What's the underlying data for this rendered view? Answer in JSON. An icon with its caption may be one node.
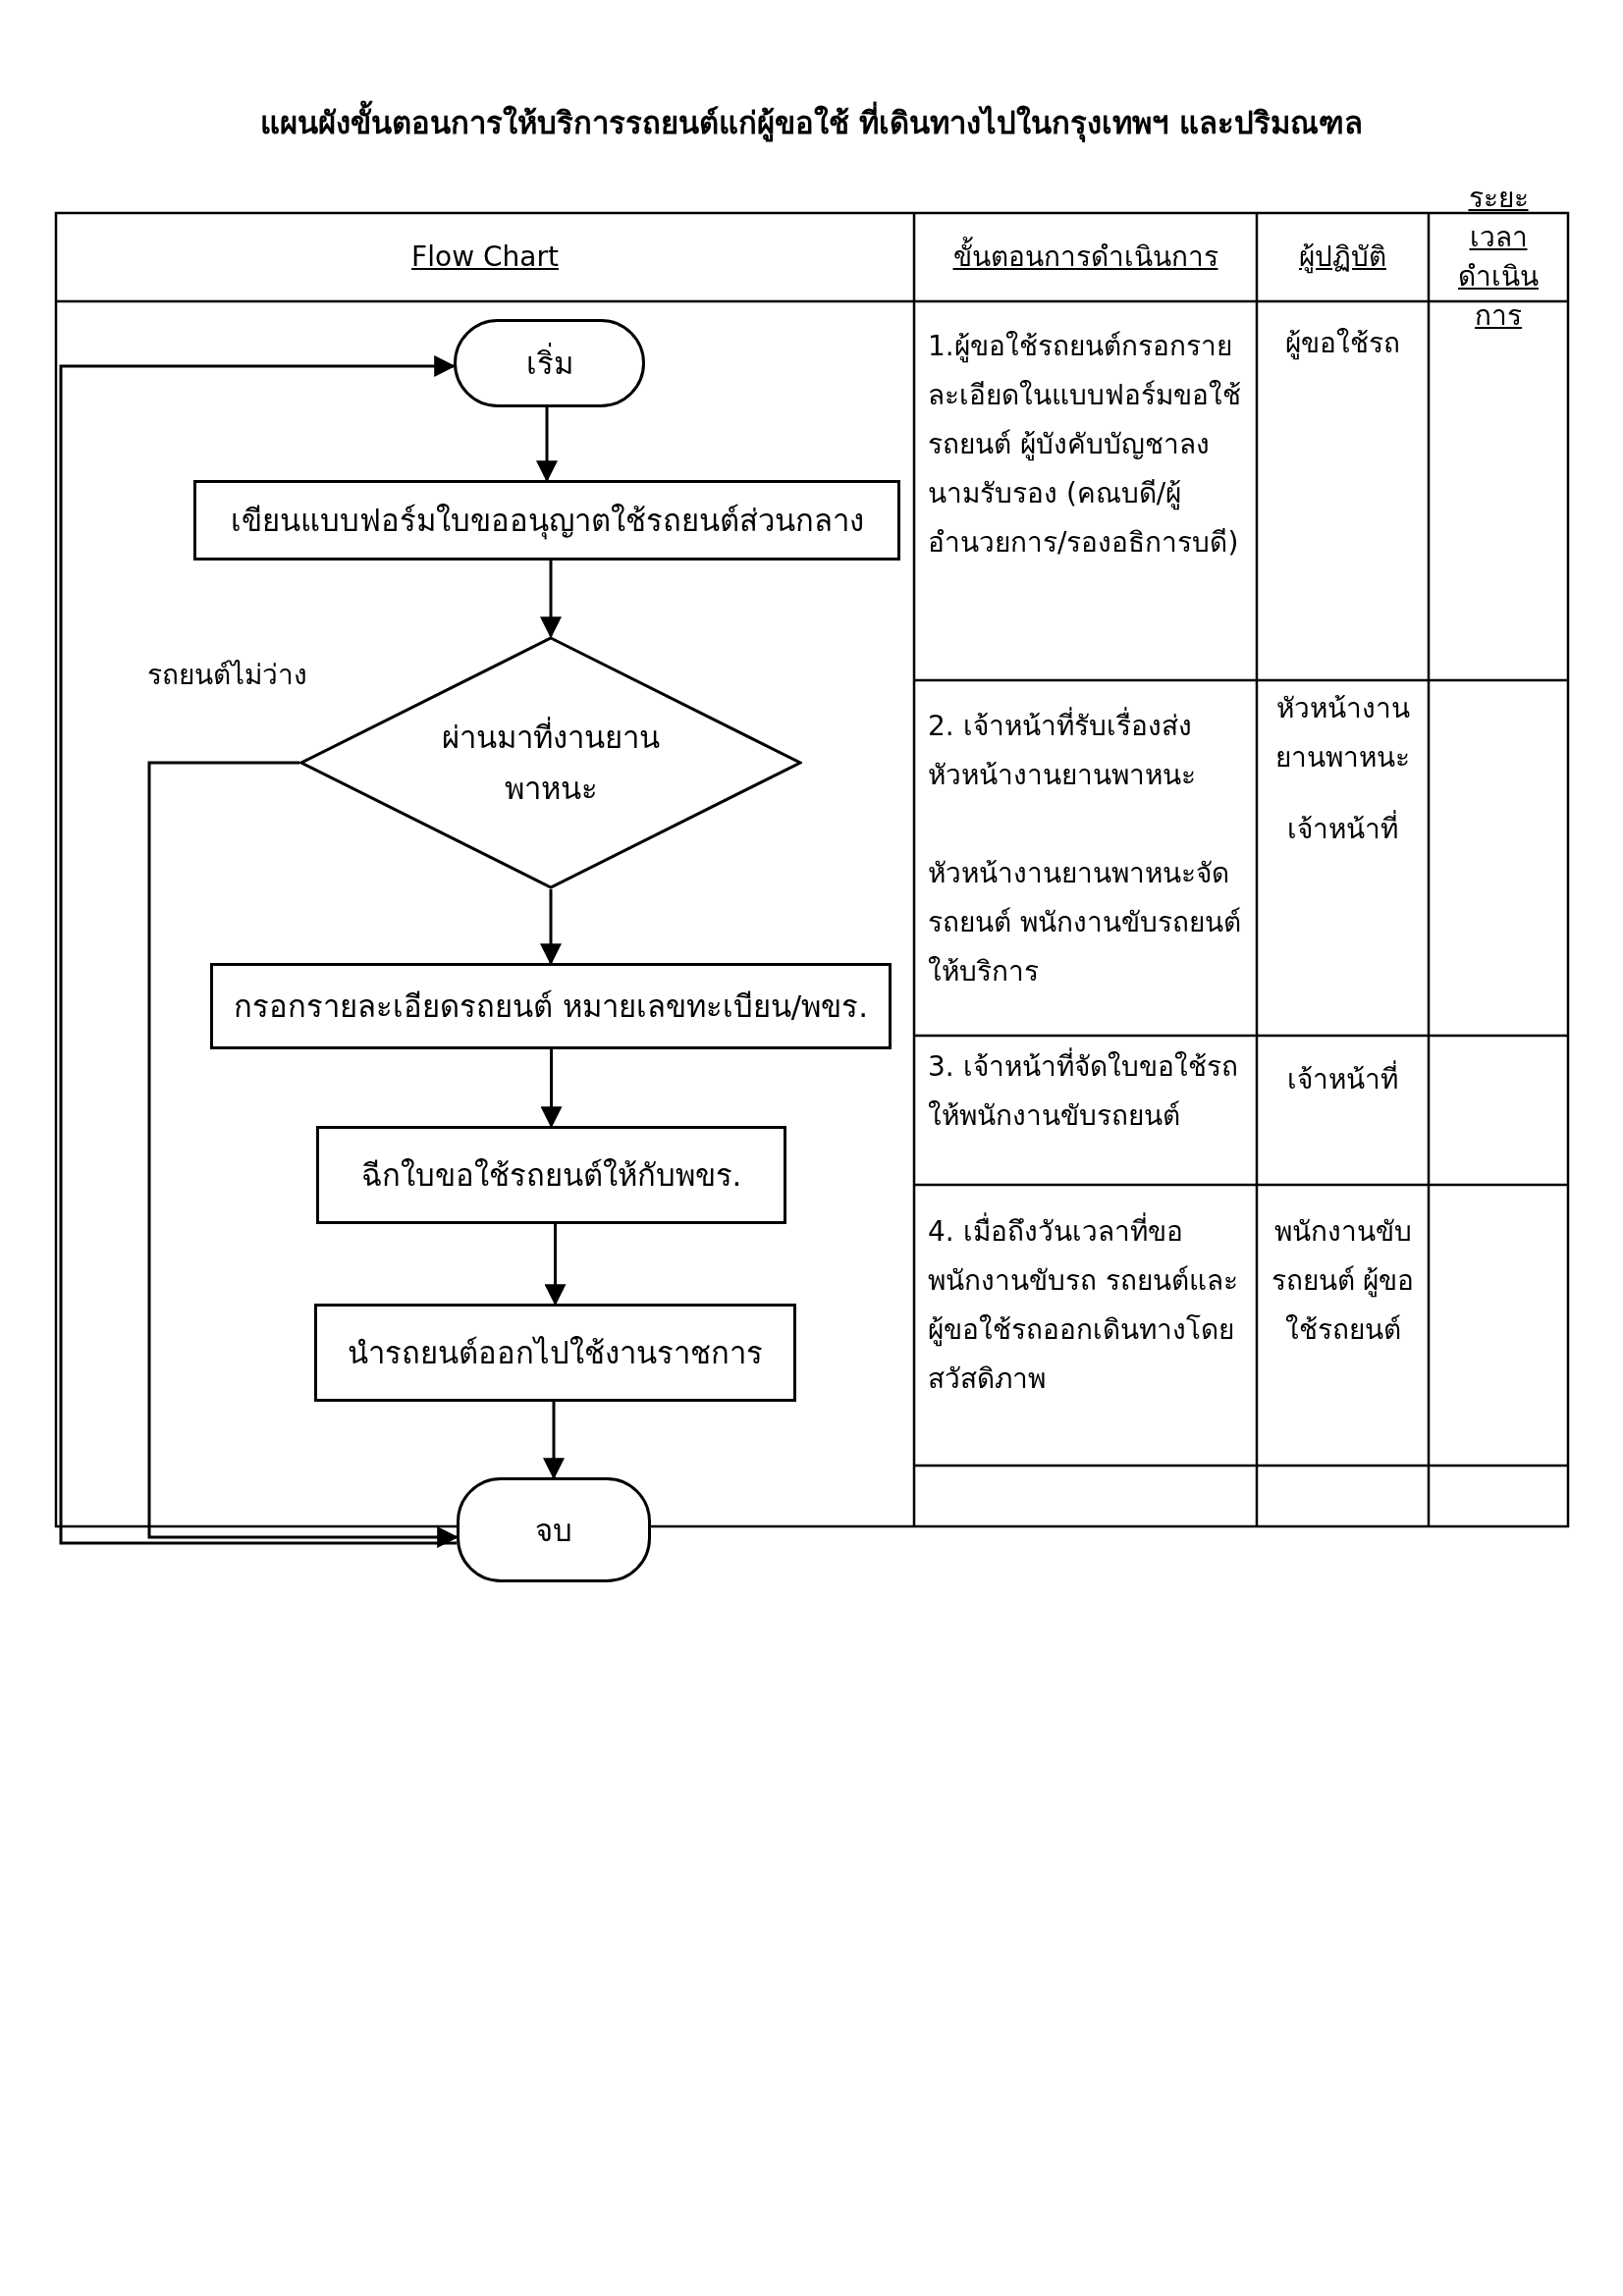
{
  "diagram": {
    "title": "แผนผังขั้นตอนการให้บริการรถยนต์แก่ผู้ขอใช้ ที่เดินทางไปในกรุงเทพฯ และปริมณฑล",
    "nodes": [
      {
        "text": [
          "เริ่ม"
        ]
      },
      {
        "text": [
          "เขียนแบบฟอร์มใบขออนุญาตใช้รถยนต์ส่วนกลาง"
        ]
      },
      {
        "text": [
          "ผ่านมาที่งานยานพาหนะ"
        ]
      },
      {
        "text": [
          "กรอกรายละเอียดรถยนต์ หมายเลขทะเบียน/พขร."
        ]
      },
      {
        "text": [
          "ฉีกใบขอใช้รถยนต์ให้กับพขร."
        ]
      },
      {
        "text": [
          "นำรถยนต์ออกไปใช้งานราชการ"
        ]
      },
      {
        "text": [
          "จบ"
        ]
      }
    ],
    "edges": [
      {
        "from": 0,
        "to": 1,
        "arrow": "to"
      },
      {
        "from": 1,
        "to": 2,
        "arrow": "to"
      },
      {
        "from": 2,
        "to": 3,
        "arrow": "to"
      },
      {
        "from": 3,
        "to": 4,
        "arrow": "to"
      },
      {
        "from": 4,
        "to": 5,
        "arrow": "to"
      },
      {
        "from": 5,
        "to": 6,
        "arrow": "to"
      },
      {
        "from": 2,
        "to": 6,
        "arrow": "to",
        "label": "รถยนต์ไม่ว่าง"
      },
      {
        "from": 6,
        "to": 0,
        "arrow": "to"
      }
    ],
    "labels": [
      "Flow Chart",
      "ขั้นตอนการดำเนินการ",
      "ผู้ปฏิบัติ",
      "ระยะเวลาดำเนินการ",
      "1.ผู้ขอใช้รถยนต์กรอกรายละเอียดในแบบฟอร์มขอใช้รถยนต์ ผู้บังคับบัญชาลงนามรับรอง (คณบดี/ผู้อำนวยการ/รองอธิการบดี)",
      "ผู้ขอใช้รถ",
      "2. เจ้าหน้าที่รับเรื่องส่งหัวหน้างานยานพาหนะ",
      "หัวหน้างานยานพาหนะจัดรถยนต์ พนักงานขับรถยนต์ให้บริการ",
      "หัวหน้างานยานพาหนะ",
      "เจ้าหน้าที่",
      "3. เจ้าหน้าที่จัดใบขอใช้รถให้พนักงานขับรถยนต์",
      "เจ้าหน้าที่",
      "4. เมื่อถึงวันเวลาที่ขอพนักงานขับรถ รถยนต์และผู้ขอใช้รถออกเดินทางโดยสวัสดิภาพ",
      "พนักงานขับรถยนต์ ผู้ขอใช้รถยนต์"
    ]
  }
}
